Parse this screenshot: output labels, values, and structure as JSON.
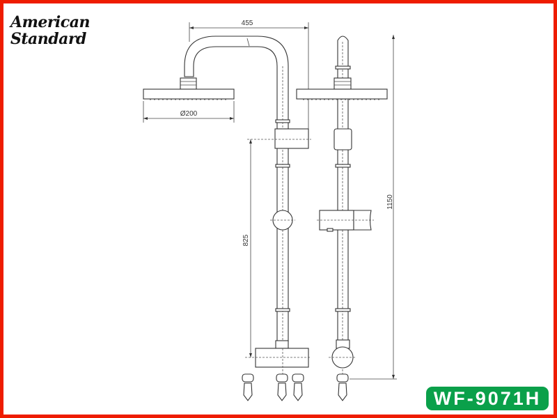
{
  "brand": {
    "line1": "American",
    "line2": "Standard"
  },
  "dimensions": {
    "arm_width": "455",
    "head_diameter": "Ø200",
    "bracket_to_base": "825",
    "total_height": "1150"
  },
  "model": "WF-9071H",
  "colors": {
    "border": "#ee1c00",
    "badge": "#0aa04a"
  }
}
